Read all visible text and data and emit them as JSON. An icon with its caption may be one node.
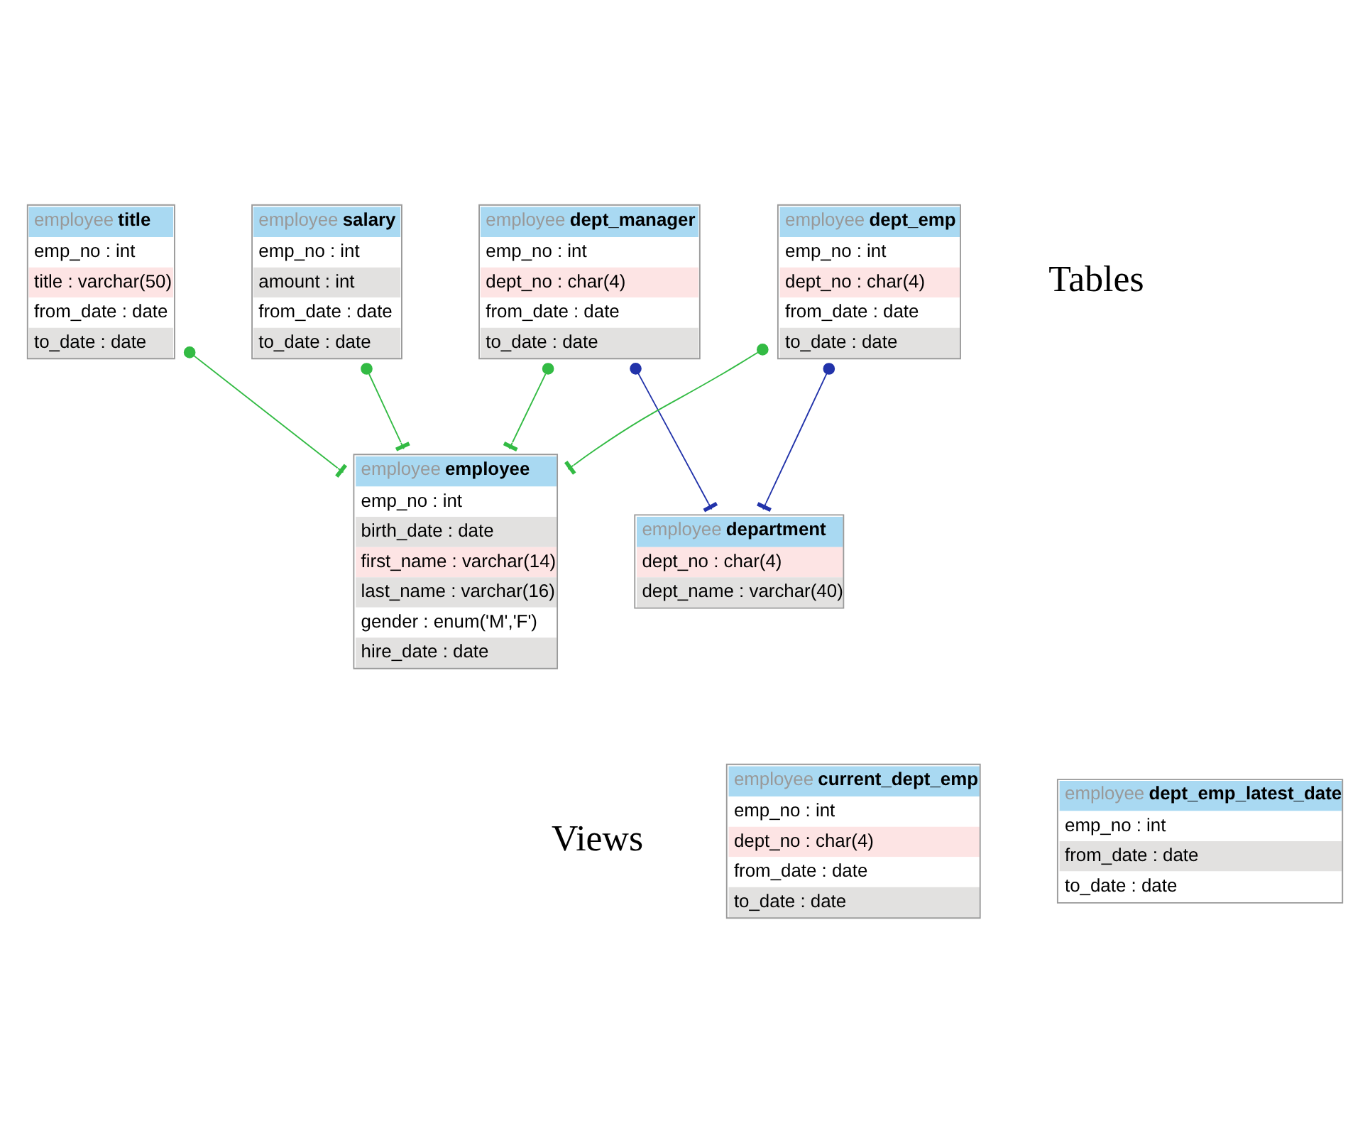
{
  "diagram": {
    "nodes": [
      {
        "text": [
          "employee",
          "title",
          "emp_no : int",
          "title : varchar(50)",
          "from_date : date",
          "to_date : date"
        ]
      },
      {
        "text": [
          "employee",
          "salary",
          "emp_no : int",
          "amount : int",
          "from_date : date",
          "to_date : date"
        ]
      },
      {
        "text": [
          "employee",
          "employee",
          "emp_no : int",
          "birth_date : date",
          "first_name : varchar(14)",
          "last_name : varchar(16)",
          "gender : enum('M','F')",
          "hire_date : date"
        ]
      },
      {
        "text": [
          "employee",
          "dept_manager",
          "emp_no : int",
          "dept_no : char(4)",
          "from_date : date",
          "to_date : date"
        ]
      },
      {
        "text": [
          "employee",
          "dept_emp",
          "emp_no : int",
          "dept_no : char(4)",
          "from_date : date",
          "to_date : date"
        ]
      },
      {
        "text": [
          "employee",
          "department",
          "dept_no : char(4)",
          "dept_name : varchar(40)"
        ]
      },
      {
        "text": [
          "employee",
          "current_dept_emp",
          "emp_no : int",
          "dept_no : char(4)",
          "from_date : date",
          "to_date : date"
        ]
      },
      {
        "text": [
          "employee",
          "dept_emp_latest_date",
          "emp_no : int",
          "from_date : date",
          "to_date : date"
        ]
      }
    ],
    "edges": [
      {
        "from": 0,
        "to": 2,
        "arrow": "other"
      },
      {
        "from": 1,
        "to": 2,
        "arrow": "other"
      },
      {
        "from": 3,
        "to": 2,
        "arrow": "other"
      },
      {
        "from": 4,
        "to": 2,
        "arrow": "other"
      },
      {
        "from": 3,
        "to": 5,
        "arrow": "other",
        "color": "#2233aa"
      },
      {
        "from": 4,
        "to": 5,
        "arrow": "other",
        "color": "#2233aa"
      }
    ],
    "labels": [
      "Tables",
      "Views"
    ]
  }
}
